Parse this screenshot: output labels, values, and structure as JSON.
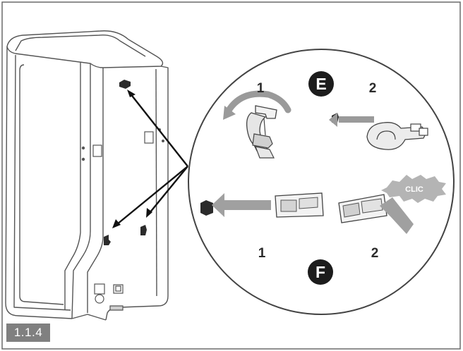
{
  "figure": {
    "label": "1.1.4"
  },
  "callout": {
    "section_e": {
      "letter": "E",
      "step1": "1",
      "step2": "2",
      "click_text": "CLIC"
    },
    "section_f": {
      "letter": "F",
      "step1": "1",
      "step2": "2"
    }
  },
  "colors": {
    "outline": "#555555",
    "arrow": "#111111",
    "shade": "#a8a8a8",
    "dark_part": "#2b2b2b",
    "badge": "#808080"
  }
}
